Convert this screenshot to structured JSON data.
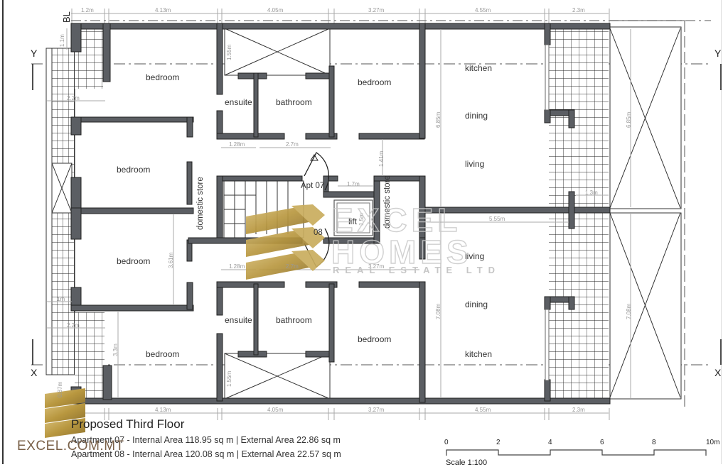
{
  "drawing": {
    "title": "Proposed Third Floor",
    "apartments": [
      {
        "line": "Apartment 07 - Internal Area 118.95 sq m  |  External Area 22.86 sq m"
      },
      {
        "line": "Apartment 08 - Internal Area 120.08 sq m  |  External Area 22.57 sq m"
      }
    ],
    "scale": {
      "ticks": [
        "0",
        "2",
        "4",
        "6",
        "8",
        "10m"
      ],
      "label": "Scale 1:100"
    },
    "section_markers": {
      "y_left": "Y",
      "y_right": "Y",
      "x_left": "X",
      "x_right": "X",
      "bl": "BL"
    }
  },
  "dimensions": {
    "top": [
      "1.2m",
      "4.13m",
      "4.05m",
      "3.27m",
      "4.55m",
      "2.3m"
    ],
    "bottom": [
      "4.13m",
      "4.05m",
      "3.27m",
      "4.55m",
      "2.3m"
    ],
    "upper_inner": [
      "1.28m",
      "2.7m"
    ],
    "lower_inner": [
      "1.28m",
      "2.7m",
      "3.27m"
    ],
    "lift_width": "1.7m",
    "lift_depth": "1.5m",
    "corridor_upper": "1.41m",
    "store_depth": "2.2m",
    "partition": "5.55m",
    "terrace_gap": "1.3m",
    "upper_height": "6.85m",
    "upper_terrace_height": "6.85m",
    "lower_height": "7.08m",
    "lower_terrace_height": "7.08m",
    "bedroom_height": "3.61m",
    "bedroom_lower_height": "3.3m",
    "side_left_top": "1.1m",
    "side_left_bottom": "0.87m",
    "balcony_width_upper": "2.2m",
    "balcony_width_lower": "2.2m",
    "balcony_inner": "1m",
    "shaft_upper": "1.55m",
    "shaft_lower": "1.55m"
  },
  "rooms": {
    "apt07": {
      "bedroom_1": "bedroom",
      "bedroom_2": "bedroom",
      "ensuite": "ensuite",
      "bathroom": "bathroom",
      "bedroom_3": "bedroom",
      "kitchen": "kitchen",
      "dining": "dining",
      "living": "living",
      "domestic_store": "domestic store",
      "door_tag": "Apt 07"
    },
    "apt08": {
      "bedroom_1": "bedroom",
      "bedroom_2": "bedroom",
      "ensuite": "ensuite",
      "bathroom": "bathroom",
      "bedroom_3": "bedroom",
      "kitchen": "kitchen",
      "dining": "dining",
      "living": "living",
      "domestic_store": "domestic store",
      "door_tag": "08"
    },
    "lift": "lift"
  },
  "watermark": {
    "line1": "EXCEL",
    "line2": "HOMES",
    "line3": "REAL ESTATE LTD",
    "url": "EXCEL.COM.MT",
    "gold": "#b99a4e",
    "gold_dark": "#8d7330"
  },
  "colors": {
    "wall": "#5b5e63",
    "wall_edge": "#222222",
    "dim_line": "#a8a8a8",
    "grid": "#222222"
  }
}
